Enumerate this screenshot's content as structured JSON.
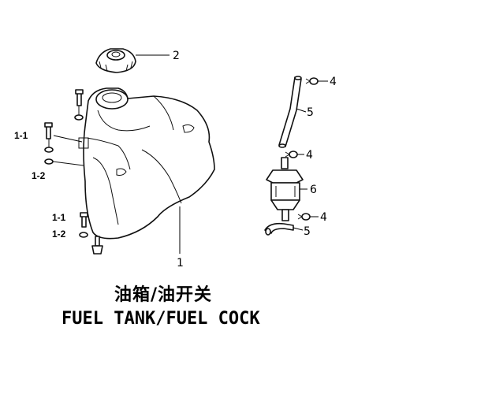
{
  "title": {
    "chinese": "油箱/油开关",
    "english": "FUEL TANK/FUEL COCK"
  },
  "callouts": {
    "tank": "1",
    "cap": "2",
    "clip_top": "4",
    "hose_top": "5",
    "clip_mid": "4",
    "filter": "6",
    "clip_bottom": "4",
    "hose_bottom": "5",
    "bolt_upper": "1-1",
    "washer_upper": "1-2",
    "bolt_lower": "1-1",
    "washer_lower": "1-2"
  }
}
